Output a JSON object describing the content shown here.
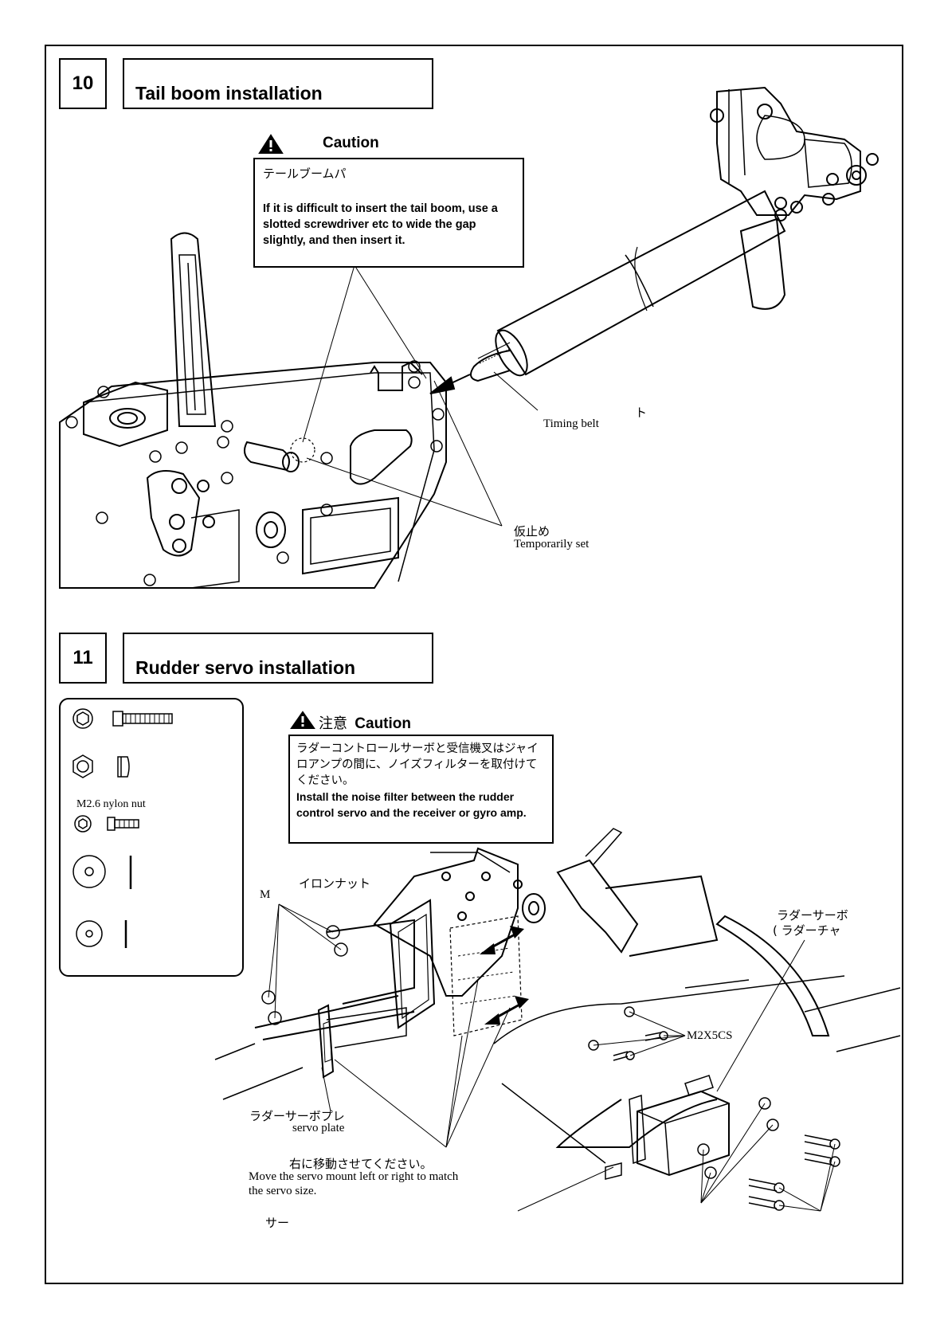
{
  "section10": {
    "number": "10",
    "title": "Tail boom installation",
    "caution_label": "Caution",
    "caution_jp": "テールブームパ",
    "caution_en": "If it is difficult to insert the tail boom, use a slotted screwdriver etc to wide the gap slightly, and then insert it.",
    "timing_belt_jp": "ト",
    "timing_belt_en": "Timing belt",
    "temp_set_jp": "仮止め",
    "temp_set_en": "Temporarily set"
  },
  "section11": {
    "number": "11",
    "title": "Rudder servo installation",
    "caution_label_jp": "注意",
    "caution_label": "Caution",
    "caution_jp": "ラダーコントロールサーボと受信機叉はジャイロアンプの間に、ノイズフィルターを取付けてください。",
    "caution_en": "Install the noise filter between the rudder control servo and the receiver or gyro amp.",
    "parts": {
      "nylon_nut_label": "M2.6 nylon nut"
    },
    "label_nylon_nut_jp": "イロンナット",
    "label_m": "M",
    "label_rudder_servo_jp1": "ラダーサーボ",
    "label_rudder_servo_jp2": "( ラダーチャ",
    "label_m2x5cs": "M2X5CS",
    "label_servo_plate_jp": "ラダーサーボプレ",
    "label_servo_plate_en": "servo plate",
    "move_jp": "右に移動させてください。",
    "move_en_1": "Move the servo mount left or right to match",
    "move_en_2": "the servo size.",
    "bottom_jp": "サー"
  },
  "colors": {
    "ink": "#000000",
    "paper": "#ffffff"
  },
  "icons": [
    "warning-triangle-icon",
    "hex-socket-icon",
    "cap-screw-icon",
    "hex-nut-icon",
    "washer-icon",
    "arrow-icon"
  ]
}
